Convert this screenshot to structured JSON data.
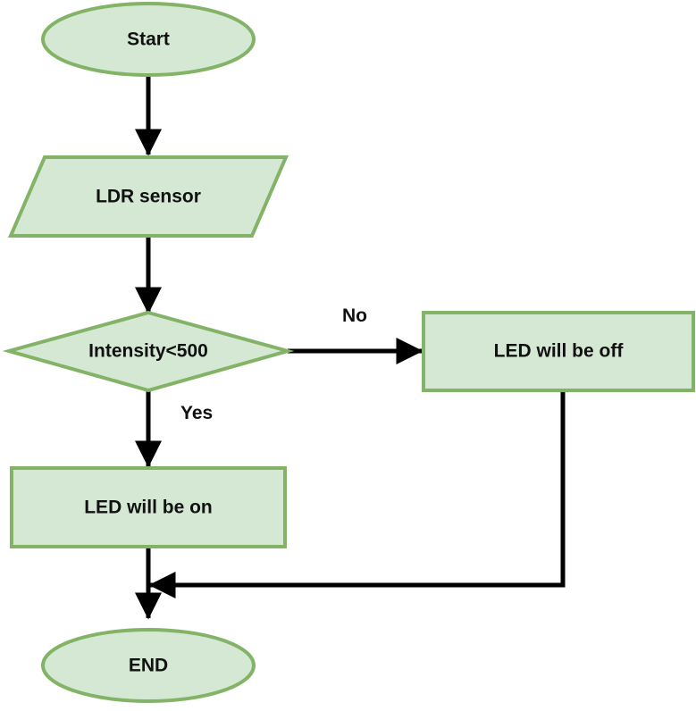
{
  "diagram": {
    "nodes": {
      "start": {
        "label": "Start",
        "shape": "terminal"
      },
      "input": {
        "label": "LDR sensor",
        "shape": "input-output"
      },
      "decision": {
        "label": "Intensity<500",
        "shape": "decision"
      },
      "led_off": {
        "label": "LED will be off",
        "shape": "process"
      },
      "led_on": {
        "label": "LED will be on",
        "shape": "process"
      },
      "end": {
        "label": "END",
        "shape": "terminal"
      }
    },
    "edges": [
      {
        "from": "start",
        "to": "input",
        "label": ""
      },
      {
        "from": "input",
        "to": "decision",
        "label": ""
      },
      {
        "from": "decision",
        "to": "led_off",
        "label": "No"
      },
      {
        "from": "decision",
        "to": "led_on",
        "label": "Yes"
      },
      {
        "from": "led_on",
        "to": "end",
        "label": ""
      },
      {
        "from": "led_off",
        "to": "end",
        "label": ""
      }
    ],
    "colors": {
      "node_fill": "#d5e8d4",
      "node_stroke": "#82b366",
      "edge": "#000000",
      "text": "#111111"
    }
  }
}
